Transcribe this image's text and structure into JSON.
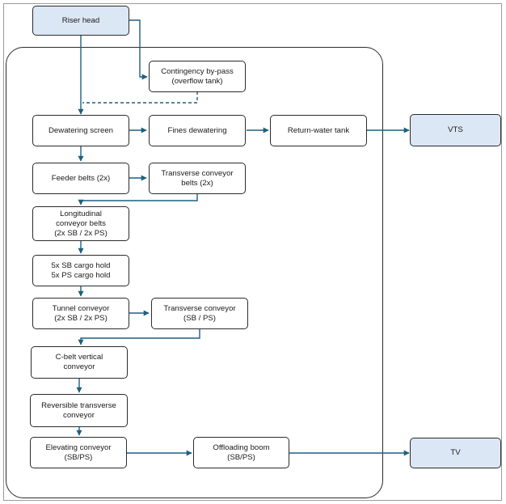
{
  "nodes": {
    "riser_head": "Riser head",
    "contingency_bypass": "Contingency by-pass\n(overflow tank)",
    "dewatering_screen": "Dewatering screen",
    "fines_dewatering": "Fines dewatering",
    "return_water_tank": "Return-water tank",
    "vts": "VTS",
    "feeder_belts": "Feeder belts (2x)",
    "transverse_conveyor_belts": "Transverse conveyor\nbelts (2x)",
    "longitudinal_conveyor_belts": "Longitudinal\nconveyor belts\n(2x SB / 2x PS)",
    "cargo_hold": "5x SB cargo hold\n5x PS cargo hold",
    "tunnel_conveyor": "Tunnel conveyor\n(2x SB / 2x PS)",
    "transverse_conveyor_sbps": "Transverse conveyor\n(SB / PS)",
    "c_belt_vertical_conveyor": "C-belt vertical\nconveyor",
    "reversible_transverse_conveyor": "Reversible transverse\nconveyor",
    "elevating_conveyor": "Elevating conveyor\n(SB/PS)",
    "offloading_boom": "Offloading boom\n(SB/PS)",
    "tv": "TV"
  },
  "colors": {
    "connector": "#1f5f7f",
    "external_fill": "#dce7f5",
    "box_border": "#2b2b2b"
  }
}
